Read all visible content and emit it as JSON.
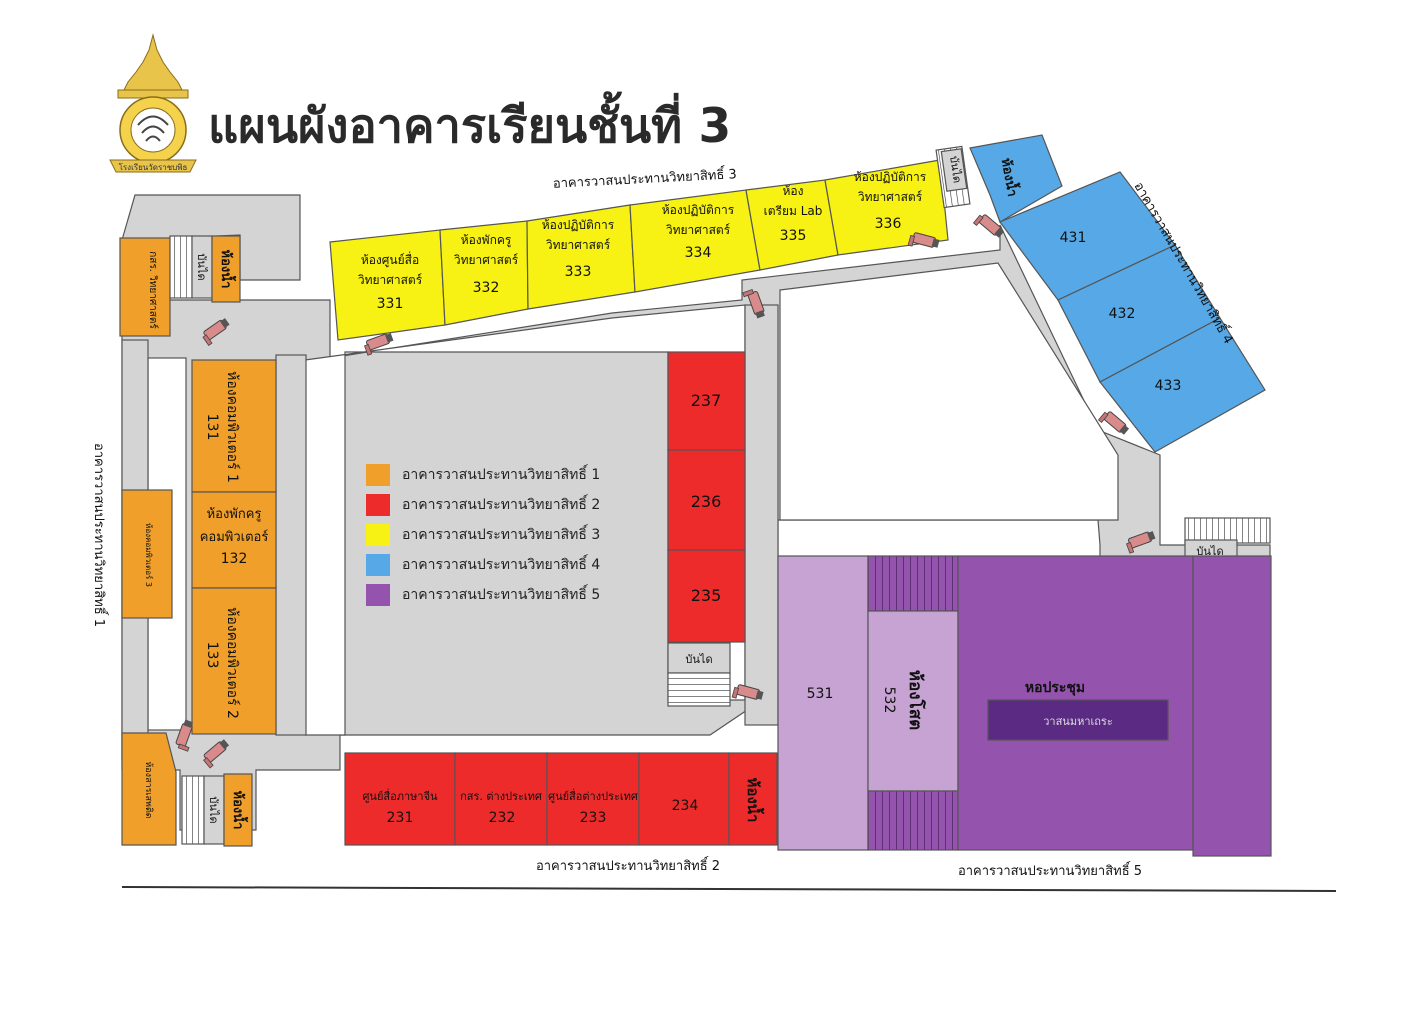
{
  "title": "แผนผังอาคารเรียนชั้นที่ 3",
  "logo": {
    "caption": "โรงเรียนวัดราชบพิธ"
  },
  "colors": {
    "building_1": "#f0a02a",
    "building_2": "#ee2b2b",
    "building_3": "#f7f213",
    "building_4": "#56a9e6",
    "building_5": "#9453ad",
    "building_5_light": "#c7a3d4",
    "corridor": "#d4d4d4",
    "outline": "#555555"
  },
  "legend": [
    {
      "label": "อาคารวาสนประทานวิทยาสิทธิ์ 1",
      "color": "#f0a02a"
    },
    {
      "label": "อาคารวาสนประทานวิทยาสิทธิ์ 2",
      "color": "#ee2b2b"
    },
    {
      "label": "อาคารวาสนประทานวิทยาสิทธิ์ 3",
      "color": "#f7f213"
    },
    {
      "label": "อาคารวาสนประทานวิทยาสิทธิ์ 4",
      "color": "#56a9e6"
    },
    {
      "label": "อาคารวาสนประทานวิทยาสิทธิ์ 5",
      "color": "#9453ad"
    }
  ],
  "building_labels": {
    "b1": "อาคารวาสนประทานวิทยาสิทธิ์ 1",
    "b2": "อาคารวาสนประทานวิทยาสิทธิ์ 2",
    "b3": "อาคารวาสนประทานวิทยาสิทธิ์ 3",
    "b4": "อาคารวาสนประทานวิทยาสิทธิ์ 4",
    "b5": "อาคารวาสนประทานวิทยาสิทธิ์ 5"
  },
  "rooms": {
    "r331": [
      "ห้องศูนย์สื่อ",
      "วิทยาศาสตร์",
      "331"
    ],
    "r332": [
      "ห้องพักครู",
      "วิทยาศาสตร์",
      "332"
    ],
    "r333": [
      "ห้องปฏิบัติการ",
      "วิทยาศาสตร์",
      "333"
    ],
    "r334": [
      "ห้องปฏิบัติการ",
      "วิทยาศาสตร์",
      "334"
    ],
    "r335": [
      "ห้อง",
      "เตรียม Lab",
      "335"
    ],
    "r336": [
      "ห้องปฏิบัติการ",
      "วิทยาศาสตร์",
      "336"
    ],
    "r431": "431",
    "r432": "432",
    "r433": "433",
    "r237": "237",
    "r236": "236",
    "r235": "235",
    "r231": [
      "ศูนย์สื่อภาษาจีน",
      "231"
    ],
    "r232": [
      "กสร. ต่างประเทศ",
      "232"
    ],
    "r233": [
      "ศูนย์สื่อต่างประเทศ",
      "233"
    ],
    "r234": "234",
    "r131": [
      "ห้องคอมพิวเตอร์ 1",
      "131"
    ],
    "r132": [
      "ห้องพักครู",
      "คอมพิวเตอร์",
      "132"
    ],
    "r133": [
      "ห้องคอมพิวเตอร์ 2",
      "133"
    ],
    "r531": "531",
    "r532": [
      "ห้องโสต",
      "532"
    ],
    "hall": [
      "หอประชุม",
      "วาสนมหาเถระ"
    ],
    "gsr_science": "กสร. วิทยาศาสตร์",
    "comp3": "ห้องคอมพิวเตอร์ 3",
    "library": "ห้องสารเสพติด"
  },
  "restroom": "ห้องน้ำ",
  "stairs": "บันได"
}
